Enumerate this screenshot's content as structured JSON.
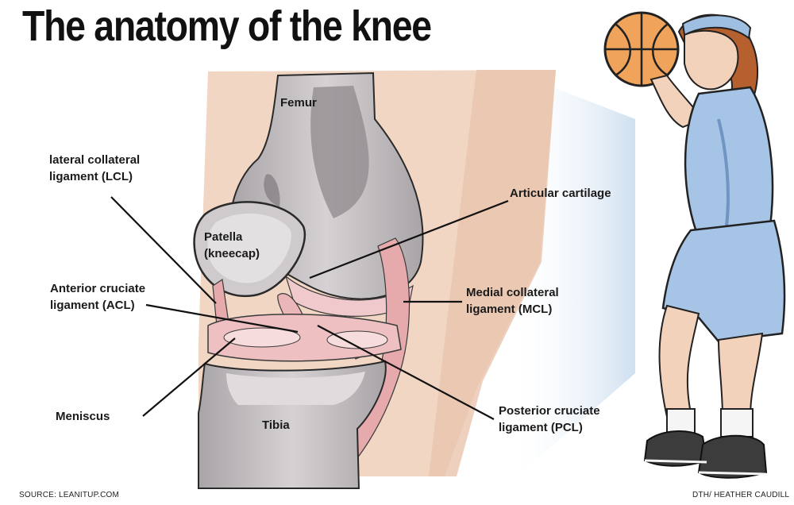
{
  "title": "The anatomy of the knee",
  "labels": {
    "femur": "Femur",
    "patella_line1": "Patella",
    "patella_line2": "(kneecap)",
    "lcl_line1": "lateral collateral",
    "lcl_line2": "ligament (LCL)",
    "acl_line1": "Anterior cruciate",
    "acl_line2": "ligament (ACL)",
    "meniscus": "Meniscus",
    "tibia": "Tibia",
    "articular_cartilage": "Articular cartilage",
    "mcl_line1": "Medial collateral",
    "mcl_line2": "ligament (MCL)",
    "pcl_line1": "Posterior cruciate",
    "pcl_line2": "ligament (PCL)"
  },
  "source": "SOURCE: LEANITUP.COM",
  "credit": "DTH/ HEATHER CAUDILL",
  "colors": {
    "skin": "#f1d6c4",
    "bone": "#c9c4c6",
    "bone_dark": "#8e898c",
    "cartilage": "#f0c9cc",
    "ligament": "#e6a9ac",
    "callout_fill": "#dde8f4",
    "uniform": "#a6c4e6",
    "ball": "#f0a35a"
  },
  "icons": {
    "player": "basketball-player-illustration",
    "ball": "basketball-icon"
  }
}
